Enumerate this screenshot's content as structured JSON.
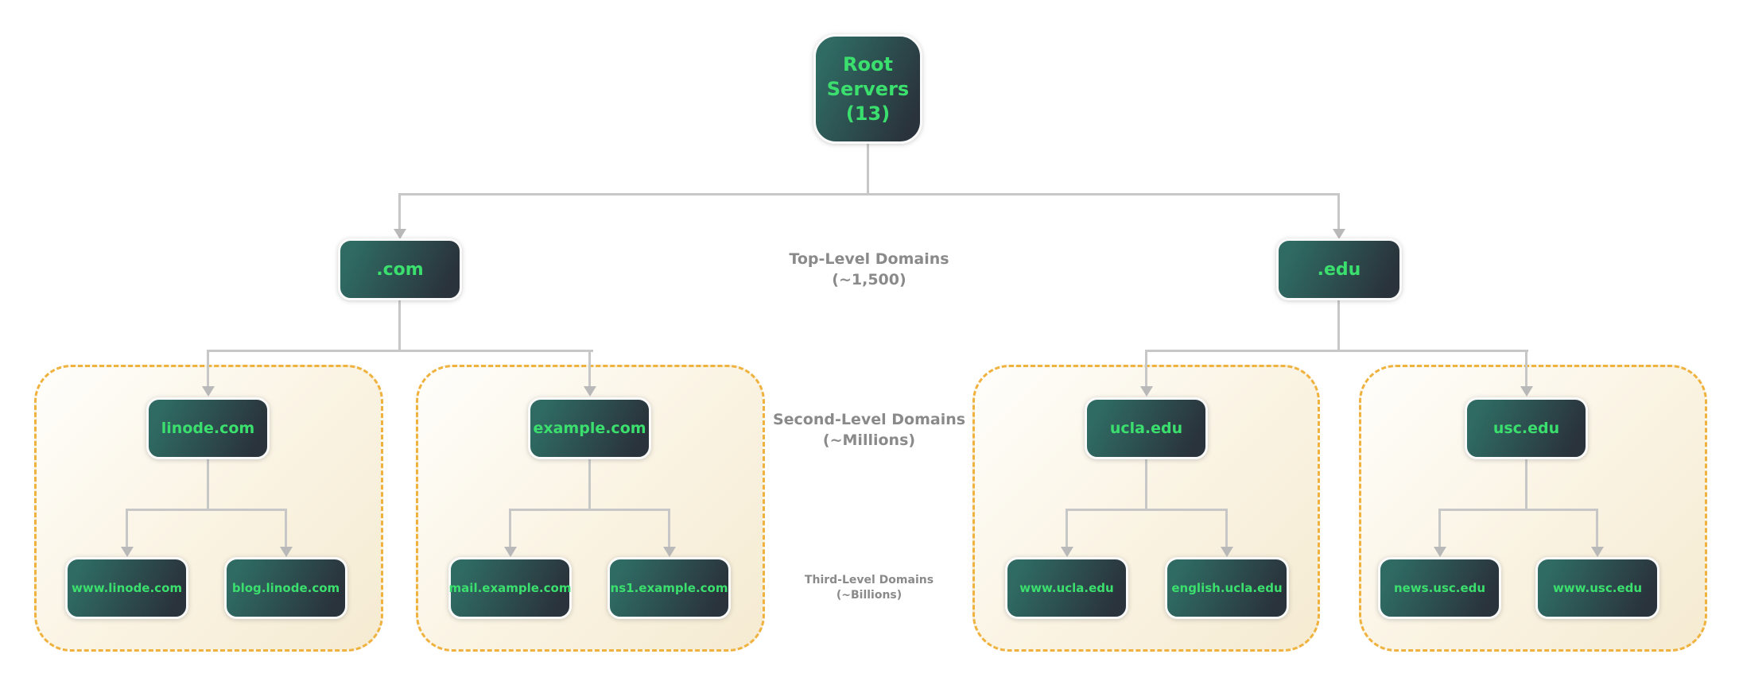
{
  "colors": {
    "canvas_bg": "#ffffff",
    "node_gradient_start": "#2f6a63",
    "node_gradient_end": "#2a333b",
    "node_border": "#fafafa",
    "node_text_green": "#3bdf6d",
    "group_border_amber": "#f0b23e",
    "group_bg_start": "#fffefb",
    "group_bg_end": "#f5ebd2",
    "connector_gray": "#c7c7c7",
    "level_label_gray": "#8a8a8a"
  },
  "root": {
    "lines": [
      "Root",
      "Servers",
      "(13)"
    ]
  },
  "tlds": [
    {
      "label": ".com"
    },
    {
      "label": ".edu"
    }
  ],
  "level_labels": {
    "top": {
      "line1": "Top-Level Domains",
      "line2": "(~1,500)"
    },
    "second": {
      "line1": "Second-Level Domains",
      "line2": "(~Millions)"
    },
    "third": {
      "line1": "Third-Level Domains",
      "line2": "(~Billions)"
    }
  },
  "groups": [
    {
      "parent": "linode.com",
      "children": [
        "www.linode.com",
        "blog.linode.com"
      ]
    },
    {
      "parent": "example.com",
      "children": [
        "mail.example.com",
        "ns1.example.com"
      ]
    },
    {
      "parent": "ucla.edu",
      "children": [
        "www.ucla.edu",
        "english.ucla.edu"
      ]
    },
    {
      "parent": "usc.edu",
      "children": [
        "news.usc.edu",
        "www.usc.edu"
      ]
    }
  ]
}
